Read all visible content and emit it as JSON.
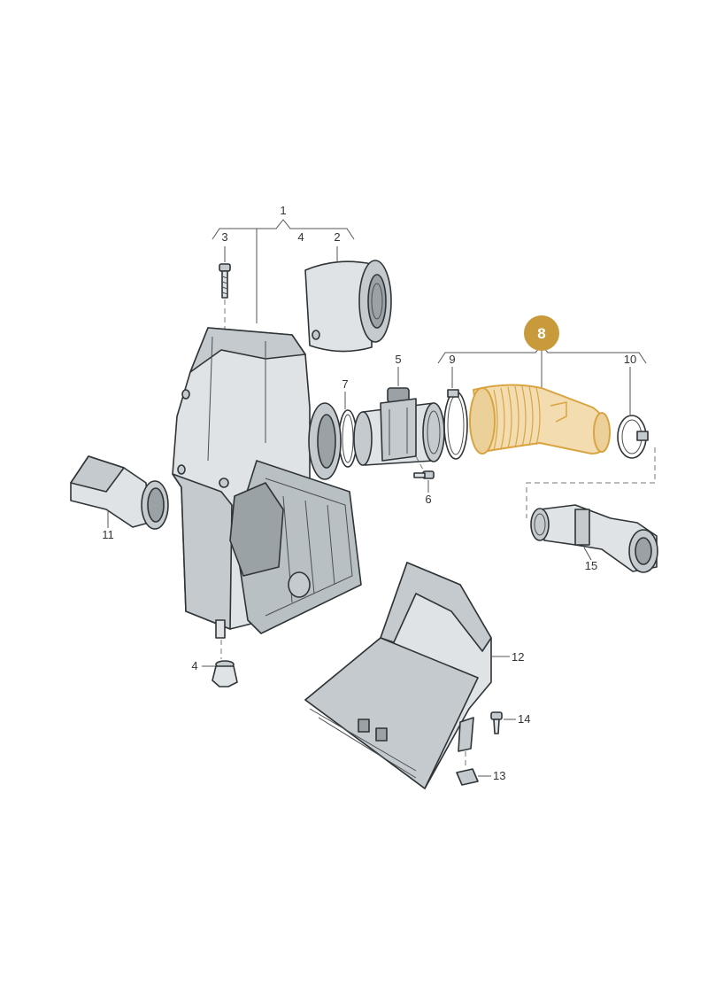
{
  "labels": {
    "l1": "1",
    "l2": "2",
    "l3": "3",
    "l4a": "4",
    "l4b": "4",
    "l5": "5",
    "l6": "6",
    "l7": "7",
    "l8": "8",
    "l9": "9",
    "l10": "10",
    "l11": "11",
    "l12": "12",
    "l13": "13",
    "l14": "14",
    "l15": "15"
  },
  "highlighted_part": "8",
  "colors": {
    "part_fill": "#dfe3e5",
    "part_shade": "#c4cacd",
    "part_dark": "#9aa2a6",
    "highlight_fill": "#f2dcb0",
    "highlight_stroke": "#d9a441",
    "badge_fill": "#c89a3c",
    "badge_text": "#ffffff"
  }
}
